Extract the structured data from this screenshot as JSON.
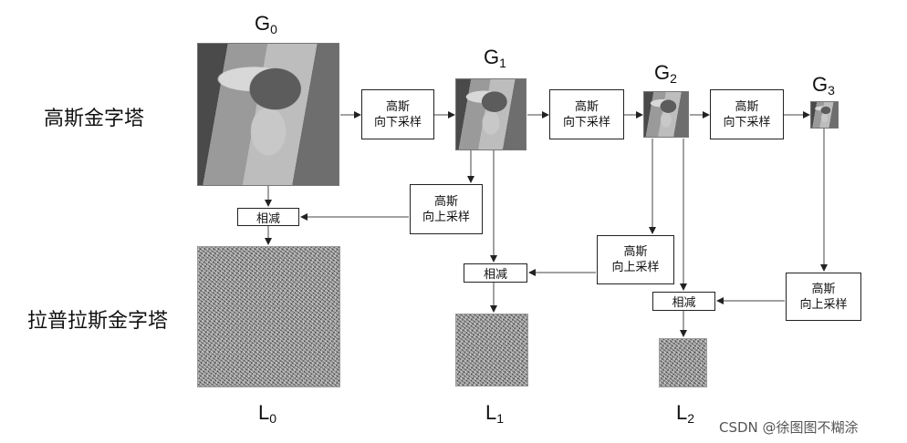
{
  "labels": {
    "gaussian_pyramid": "高斯金字塔",
    "laplacian_pyramid": "拉普拉斯金字塔"
  },
  "gaussian_levels": [
    {
      "letter": "G",
      "index": "0"
    },
    {
      "letter": "G",
      "index": "1"
    },
    {
      "letter": "G",
      "index": "2"
    },
    {
      "letter": "G",
      "index": "3"
    }
  ],
  "laplacian_levels": [
    {
      "letter": "L",
      "index": "0"
    },
    {
      "letter": "L",
      "index": "1"
    },
    {
      "letter": "L",
      "index": "2"
    }
  ],
  "downsample_box": {
    "line1": "高斯",
    "line2": "向下采样"
  },
  "upsample_box": {
    "line1": "高斯",
    "line2": "向上采样"
  },
  "subtract_box": {
    "label": "相减"
  },
  "watermark": "CSDN @徐图图不糊涂"
}
